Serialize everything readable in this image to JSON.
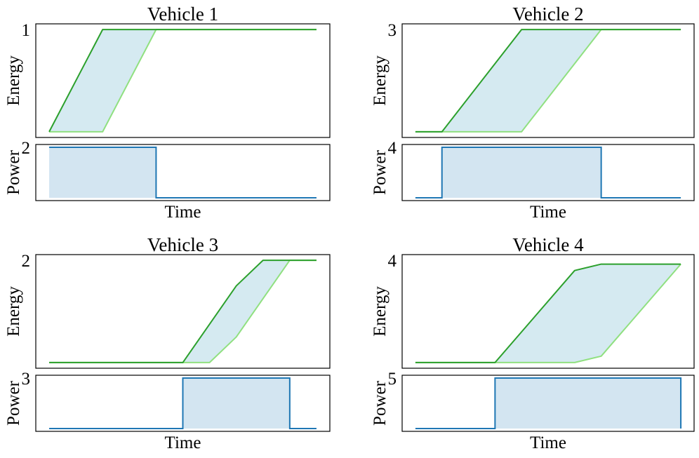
{
  "colors": {
    "energy_upper": "#2ca02c",
    "energy_lower": "#90e080",
    "energy_fill": "#d5eaf1",
    "power_line": "#1f77b4",
    "power_fill": "#d3e5f1"
  },
  "chart_data": [
    {
      "type": "line",
      "title": "Vehicle 1",
      "xlabel": "Time",
      "energy": {
        "ylabel": "Energy",
        "ylim": [
          0,
          1
        ],
        "yticks": [
          1
        ],
        "upper": [
          [
            0,
            0
          ],
          [
            2,
            1
          ],
          [
            10,
            1
          ]
        ],
        "lower": [
          [
            0,
            0
          ],
          [
            2,
            0
          ],
          [
            4,
            1
          ],
          [
            10,
            1
          ]
        ]
      },
      "power": {
        "ylabel": "Power",
        "ylim": [
          0,
          2
        ],
        "yticks": [
          2
        ],
        "line": [
          [
            0,
            2
          ],
          [
            4,
            2
          ],
          [
            4,
            0
          ],
          [
            10,
            0
          ]
        ],
        "fill": [
          0,
          4
        ]
      }
    },
    {
      "type": "line",
      "title": "Vehicle 2",
      "xlabel": "Time",
      "energy": {
        "ylabel": "Energy",
        "ylim": [
          0,
          3
        ],
        "yticks": [
          3
        ],
        "upper": [
          [
            0,
            0
          ],
          [
            1,
            0
          ],
          [
            4,
            3
          ],
          [
            10,
            3
          ]
        ],
        "lower": [
          [
            0,
            0
          ],
          [
            4,
            0
          ],
          [
            7,
            3
          ],
          [
            10,
            3
          ]
        ]
      },
      "power": {
        "ylabel": "Power",
        "ylim": [
          0,
          4
        ],
        "yticks": [
          4
        ],
        "line": [
          [
            0,
            0
          ],
          [
            1,
            0
          ],
          [
            1,
            4
          ],
          [
            7,
            4
          ],
          [
            7,
            0
          ],
          [
            10,
            0
          ]
        ],
        "fill": [
          1,
          7
        ]
      }
    },
    {
      "type": "line",
      "title": "Vehicle 3",
      "xlabel": "Time",
      "energy": {
        "ylabel": "Energy",
        "ylim": [
          0,
          2
        ],
        "yticks": [
          2
        ],
        "upper": [
          [
            0,
            0
          ],
          [
            5,
            0
          ],
          [
            7,
            1.5
          ],
          [
            8,
            2
          ],
          [
            10,
            2
          ]
        ],
        "lower": [
          [
            0,
            0
          ],
          [
            6,
            0
          ],
          [
            7,
            0.5
          ],
          [
            9,
            2
          ],
          [
            10,
            2
          ]
        ]
      },
      "power": {
        "ylabel": "Power",
        "ylim": [
          0,
          3
        ],
        "yticks": [
          3
        ],
        "line": [
          [
            0,
            0
          ],
          [
            5,
            0
          ],
          [
            5,
            3
          ],
          [
            9,
            3
          ],
          [
            9,
            0
          ],
          [
            10,
            0
          ]
        ],
        "fill": [
          5,
          9
        ]
      }
    },
    {
      "type": "line",
      "title": "Vehicle 4",
      "xlabel": "Time",
      "energy": {
        "ylabel": "Energy",
        "ylim": [
          0,
          4
        ],
        "yticks": [
          4
        ],
        "upper": [
          [
            0,
            0
          ],
          [
            3,
            0
          ],
          [
            6,
            3.6
          ],
          [
            7,
            3.85
          ],
          [
            10,
            3.85
          ]
        ],
        "lower": [
          [
            0,
            0
          ],
          [
            6,
            0
          ],
          [
            7,
            0.25
          ],
          [
            10,
            3.85
          ]
        ]
      },
      "power": {
        "ylabel": "Power",
        "ylim": [
          0,
          5
        ],
        "yticks": [
          5
        ],
        "line": [
          [
            0,
            0
          ],
          [
            3,
            0
          ],
          [
            3,
            5
          ],
          [
            10,
            5
          ],
          [
            10,
            0
          ]
        ],
        "fill": [
          3,
          10
        ]
      }
    }
  ]
}
